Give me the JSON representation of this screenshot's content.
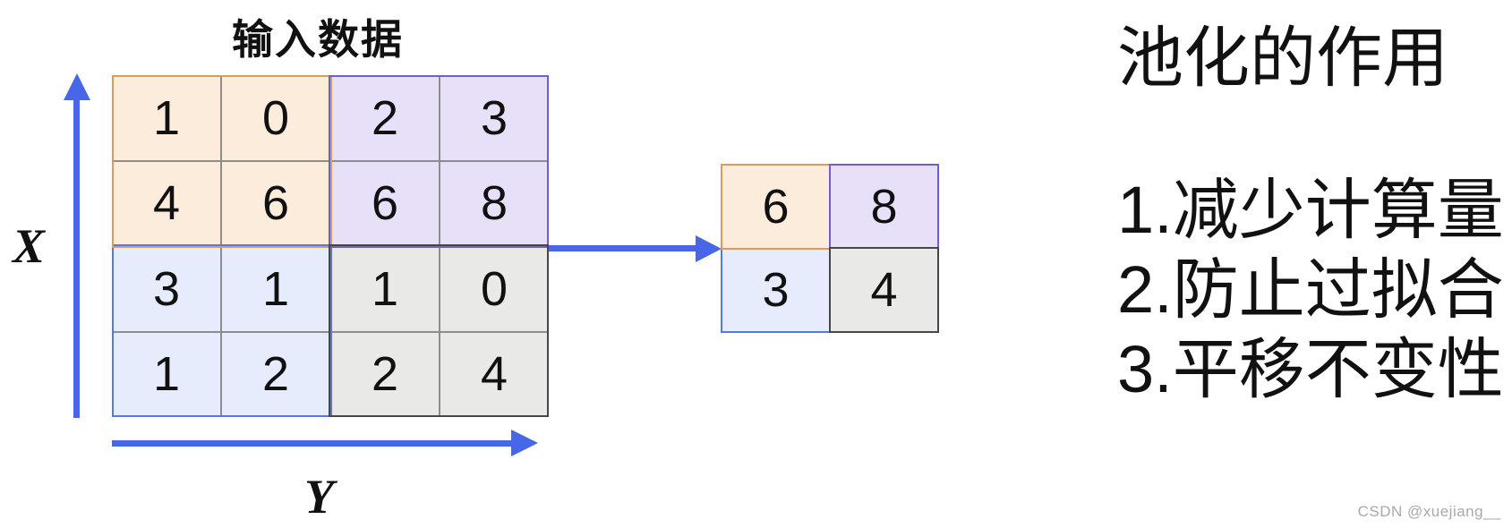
{
  "diagram": {
    "input_grid": {
      "title": "输入数据",
      "values": [
        [
          1,
          0,
          2,
          3
        ],
        [
          4,
          6,
          6,
          8
        ],
        [
          3,
          1,
          1,
          0
        ],
        [
          1,
          2,
          2,
          4
        ]
      ]
    },
    "output_grid": {
      "values": [
        [
          6,
          8
        ],
        [
          3,
          4
        ]
      ]
    },
    "axes": {
      "x_label": "X",
      "y_label": "Y"
    },
    "colors": {
      "tl_fill": "#fcecdb",
      "tl_border": "#dd9b55",
      "tr_fill": "#e7e0f8",
      "tr_border": "#6e5ed0",
      "bl_fill": "#e6ecfc",
      "bl_border": "#5577e8",
      "br_fill": "#e9e9e7",
      "br_border": "#474747",
      "arrow": "#4767e8"
    }
  },
  "notes": {
    "title": "池化的作用",
    "items": [
      "1.减少计算量",
      "2.防止过拟合",
      "3.平移不变性"
    ]
  },
  "watermark": "CSDN @xuejiang__"
}
